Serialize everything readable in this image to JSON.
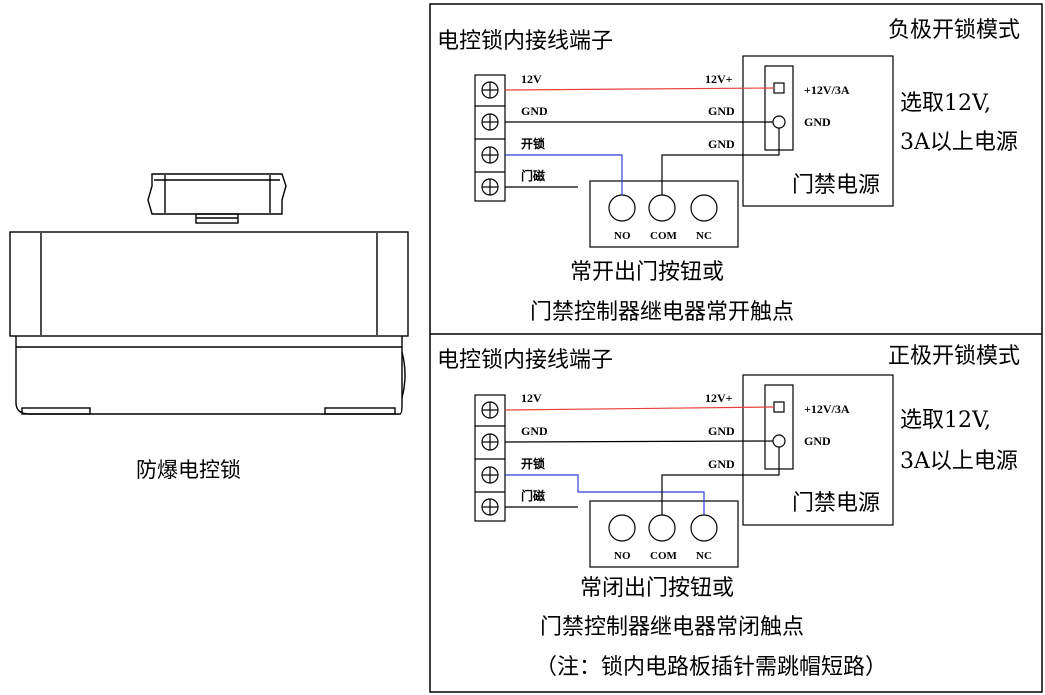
{
  "lock": {
    "caption": "防爆电控锁"
  },
  "panels": [
    {
      "mode_title": "负极开锁模式",
      "terminal_title": "电控锁内接线端子",
      "terminal_labels": [
        "12V",
        "GND",
        "开锁",
        "门磁"
      ],
      "psu_labels": [
        "12V+",
        "GND",
        "GND"
      ],
      "psu_terminal_labels": [
        "+12V/3A",
        "GND"
      ],
      "psu_name": "门禁电源",
      "psu_note_line1": "选取12V,",
      "psu_note_line2": "3A以上电源",
      "button_labels": [
        "NO",
        "COM",
        "NC"
      ],
      "caption_lines": [
        "常开出门按钮或",
        "门禁控制器继电器常开触点"
      ]
    },
    {
      "mode_title": "正极开锁模式",
      "terminal_title": "电控锁内接线端子",
      "terminal_labels": [
        "12V",
        "GND",
        "开锁",
        "门磁"
      ],
      "psu_labels": [
        "12V+",
        "GND",
        "GND"
      ],
      "psu_terminal_labels": [
        "+12V/3A",
        "GND"
      ],
      "psu_name": "门禁电源",
      "psu_note_line1": "选取12V,",
      "psu_note_line2": "3A以上电源",
      "button_labels": [
        "NO",
        "COM",
        "NC"
      ],
      "caption_lines": [
        "常闭出门按钮或",
        "门禁控制器继电器常闭触点",
        "（注：锁内电路板插针需跳帽短路）"
      ]
    }
  ],
  "colors": {
    "wire_positive": "#e8413b",
    "wire_signal": "#2f3fd6",
    "wire_black": "#000000"
  }
}
